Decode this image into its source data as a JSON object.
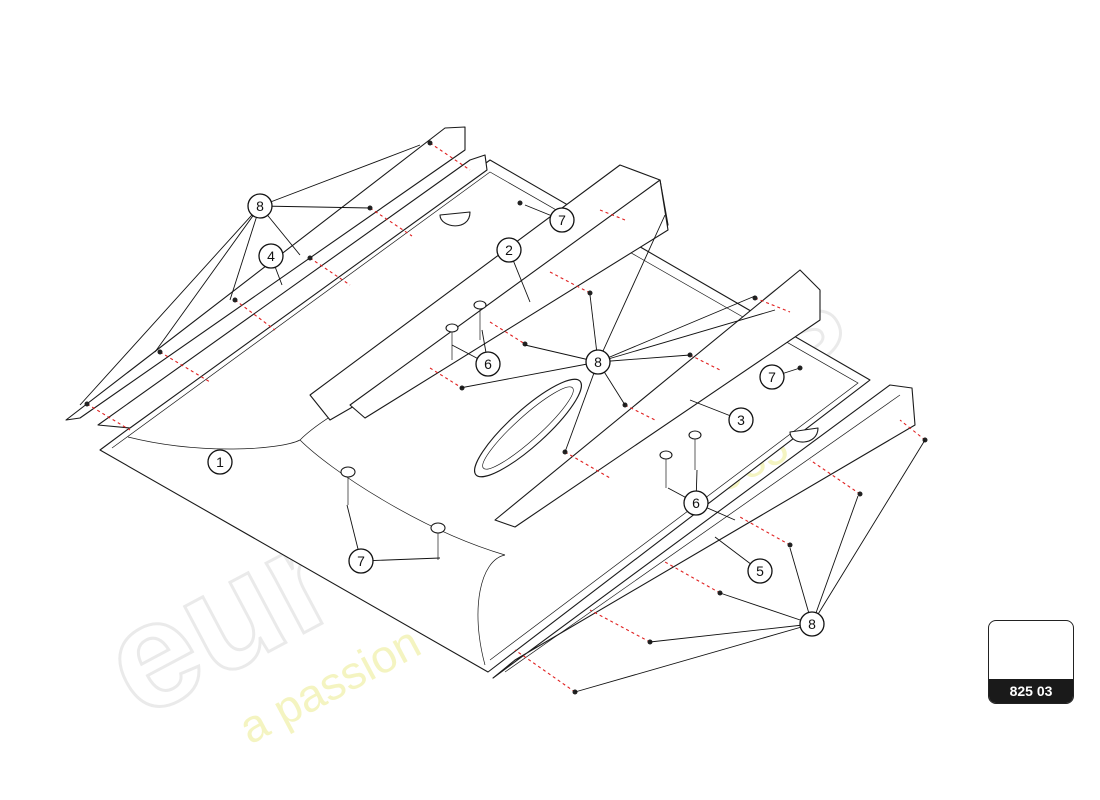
{
  "watermark": {
    "brand": "eurospares",
    "tagline": "a passion for parts since 1985"
  },
  "reference": {
    "code": "825 03"
  },
  "callouts": [
    {
      "label": "1"
    },
    {
      "label": "2"
    },
    {
      "label": "3"
    },
    {
      "label": "4"
    },
    {
      "label": "5"
    },
    {
      "label": "6"
    },
    {
      "label": "6"
    },
    {
      "label": "7"
    },
    {
      "label": "7"
    },
    {
      "label": "7"
    },
    {
      "label": "8"
    },
    {
      "label": "8"
    },
    {
      "label": "8"
    }
  ],
  "colors": {
    "line": "#1a1a1a",
    "fastener_path": "#e02020",
    "label_bg": "#1a1a1a"
  }
}
